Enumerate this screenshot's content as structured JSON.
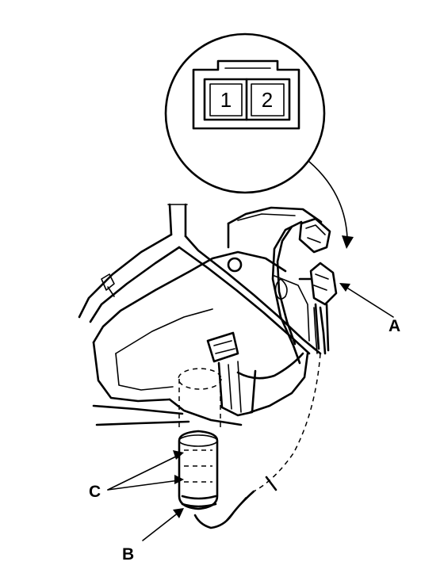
{
  "connector_view": {
    "pins": [
      "1",
      "2"
    ]
  },
  "callouts": {
    "a": "A",
    "b": "B",
    "c": "C"
  }
}
